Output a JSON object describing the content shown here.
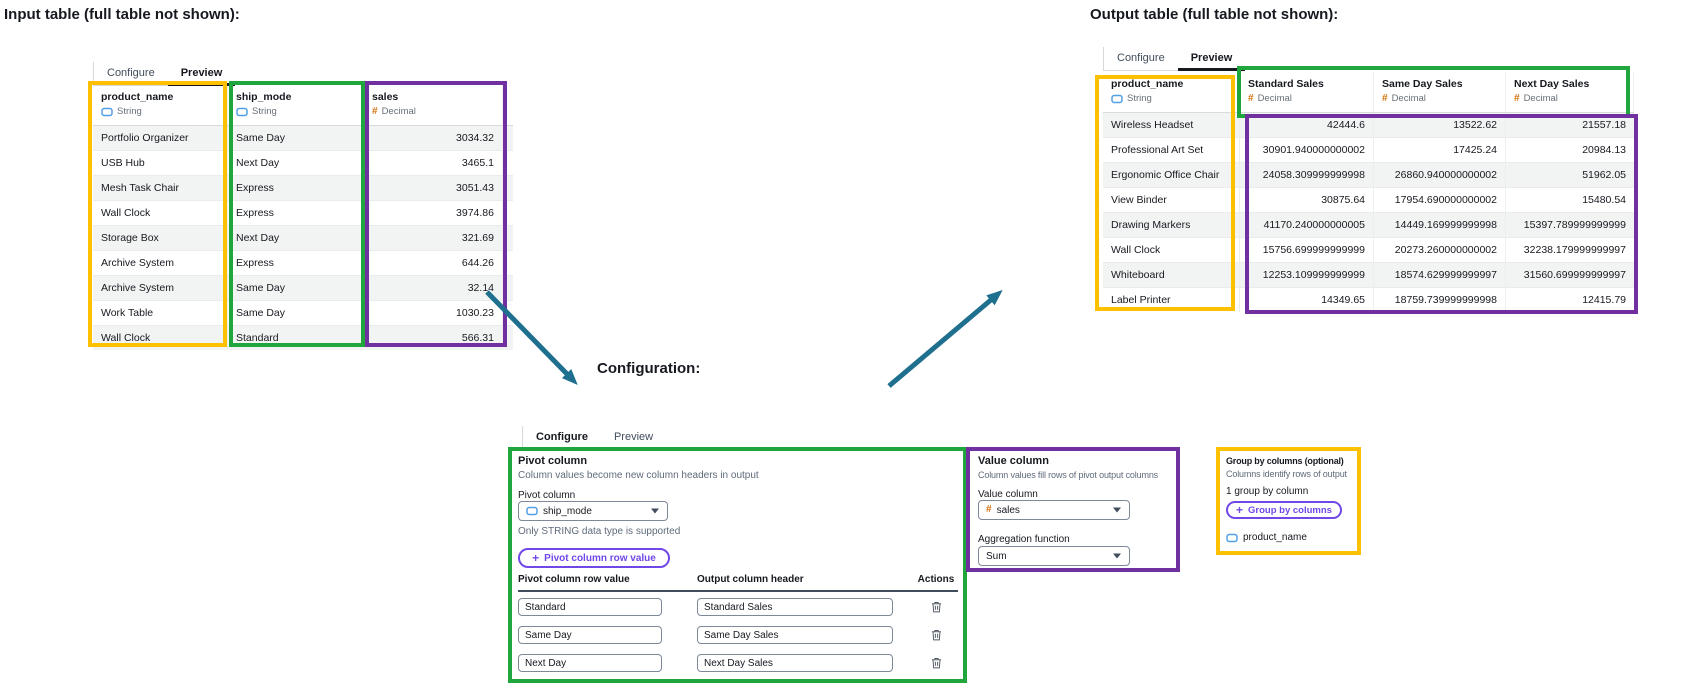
{
  "titles": {
    "input": "Input table (full table not shown):",
    "config": "Configuration:",
    "output": "Output table (full table not shown):"
  },
  "colors": {
    "yellow": "#FFC000",
    "green": "#1FA63C",
    "purple": "#7030A0",
    "arrow": "#1F6F8F",
    "accent": "#7048E8"
  },
  "input_panel": {
    "tabs": [
      {
        "label": "Configure",
        "active": false
      },
      {
        "label": "Preview",
        "active": true
      }
    ],
    "columns": [
      {
        "name": "product_name",
        "type": "String"
      },
      {
        "name": "ship_mode",
        "type": "String"
      },
      {
        "name": "sales",
        "type": "Decimal"
      }
    ],
    "rows": [
      [
        "Portfolio Organizer",
        "Same Day",
        "3034.32"
      ],
      [
        "USB Hub",
        "Next Day",
        "3465.1"
      ],
      [
        "Mesh Task Chair",
        "Express",
        "3051.43"
      ],
      [
        "Wall Clock",
        "Express",
        "3974.86"
      ],
      [
        "Storage Box",
        "Next Day",
        "321.69"
      ],
      [
        "Archive System",
        "Express",
        "644.26"
      ],
      [
        "Archive System",
        "Same Day",
        "32.14"
      ],
      [
        "Work Table",
        "Same Day",
        "1030.23"
      ],
      [
        "Wall Clock",
        "Standard",
        "566.31"
      ]
    ]
  },
  "config_panel": {
    "tabs": [
      {
        "label": "Configure",
        "active": true
      },
      {
        "label": "Preview",
        "active": false
      }
    ],
    "pivot": {
      "title": "Pivot column",
      "description": "Column values become new column headers in output",
      "field_label": "Pivot column",
      "field_value": "ship_mode",
      "hint": "Only STRING data type is supported",
      "add_button_label": "Pivot column row value",
      "table_headers": [
        "Pivot column row value",
        "Output column header",
        "Actions"
      ],
      "mappings": [
        {
          "row_value": "Standard",
          "output_header": "Standard Sales"
        },
        {
          "row_value": "Same Day",
          "output_header": "Same Day Sales"
        },
        {
          "row_value": "Next Day",
          "output_header": "Next Day Sales"
        }
      ]
    },
    "value": {
      "title": "Value column",
      "description": "Column values fill rows of pivot output columns",
      "field_label": "Value column",
      "field_value": "sales",
      "agg_label": "Aggregation function",
      "agg_value": "Sum"
    },
    "group_by": {
      "title": "Group by columns (optional)",
      "description": "Columns identify rows of output",
      "count_text": "1 group by column",
      "add_button_label": "Group by columns",
      "column": "product_name"
    }
  },
  "output_panel": {
    "tabs": [
      {
        "label": "Configure",
        "active": false
      },
      {
        "label": "Preview",
        "active": true
      }
    ],
    "columns": [
      {
        "name": "product_name",
        "type": "String"
      },
      {
        "name": "Standard Sales",
        "type": "Decimal"
      },
      {
        "name": "Same Day Sales",
        "type": "Decimal"
      },
      {
        "name": "Next Day Sales",
        "type": "Decimal"
      }
    ],
    "rows": [
      [
        "Wireless Headset",
        "42444.6",
        "13522.62",
        "21557.18"
      ],
      [
        "Professional Art Set",
        "30901.940000000002",
        "17425.24",
        "20984.13"
      ],
      [
        "Ergonomic Office Chair",
        "24058.309999999998",
        "26860.940000000002",
        "51962.05"
      ],
      [
        "View Binder",
        "30875.64",
        "17954.690000000002",
        "15480.54"
      ],
      [
        "Drawing Markers",
        "41170.240000000005",
        "14449.169999999998",
        "15397.789999999999"
      ],
      [
        "Wall Clock",
        "15756.699999999999",
        "20273.260000000002",
        "32238.179999999997"
      ],
      [
        "Whiteboard",
        "12253.109999999999",
        "18574.629999999997",
        "31560.699999999997"
      ],
      [
        "Label Printer",
        "14349.65",
        "18759.739999999998",
        "12415.79"
      ]
    ]
  }
}
